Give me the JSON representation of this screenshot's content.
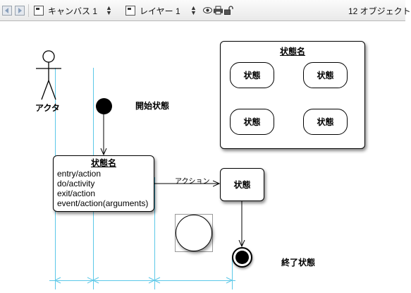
{
  "toolbar": {
    "canvas_select": "キャンバス 1",
    "layer_select": "レイヤー 1",
    "object_count": "12 オブジェクト"
  },
  "diagram": {
    "actor_label": "アクタ",
    "start_label": "開始状態",
    "end_label": "終了状態",
    "action_label": "アクション",
    "state_box": {
      "title": "状態名",
      "lines": [
        "entry/action",
        "do/activity",
        "exit/action",
        "event/action(arguments)"
      ]
    },
    "simple_state": "状態",
    "composite": {
      "title": "状態名",
      "state_a1": "状態",
      "state_a2": "状態",
      "state_b1": "状態",
      "state_b2": "状態"
    }
  },
  "colors": {
    "guide": "#5bc8e8",
    "toolbar_border": "#b8b8b8"
  }
}
